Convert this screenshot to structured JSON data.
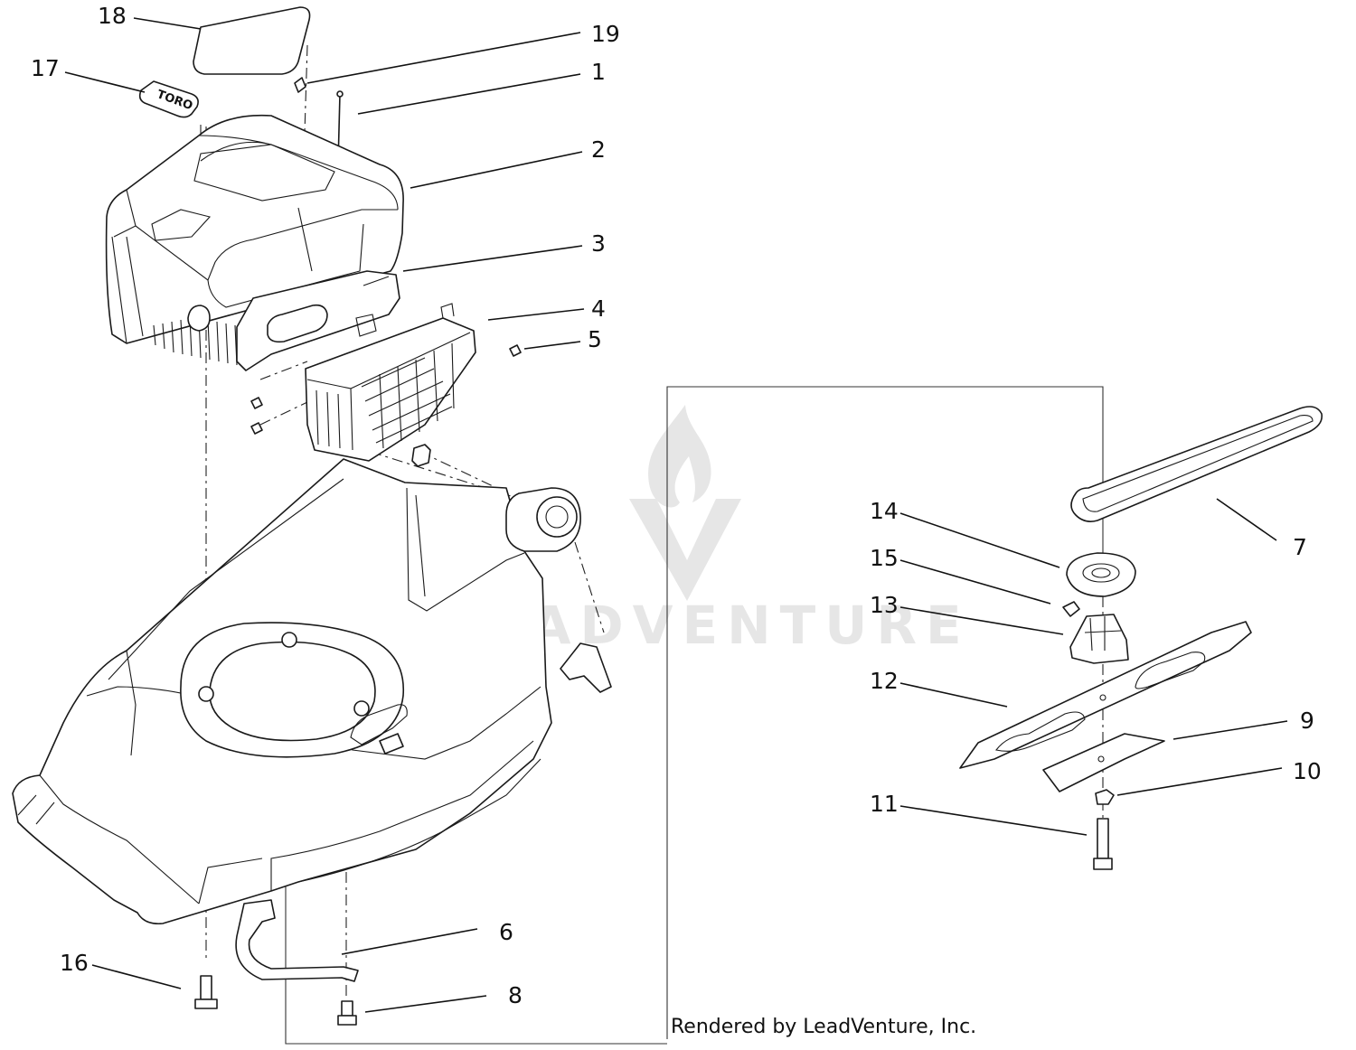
{
  "diagram": {
    "callouts": [
      {
        "id": "c18",
        "label": "18"
      },
      {
        "id": "c17",
        "label": "17"
      },
      {
        "id": "c19",
        "label": "19"
      },
      {
        "id": "c1",
        "label": "1"
      },
      {
        "id": "c2",
        "label": "2"
      },
      {
        "id": "c3",
        "label": "3"
      },
      {
        "id": "c4",
        "label": "4"
      },
      {
        "id": "c5",
        "label": "5"
      },
      {
        "id": "c7",
        "label": "7"
      },
      {
        "id": "c14",
        "label": "14"
      },
      {
        "id": "c15",
        "label": "15"
      },
      {
        "id": "c13",
        "label": "13"
      },
      {
        "id": "c12",
        "label": "12"
      },
      {
        "id": "c9",
        "label": "9"
      },
      {
        "id": "c10",
        "label": "10"
      },
      {
        "id": "c11",
        "label": "11"
      },
      {
        "id": "c6",
        "label": "6"
      },
      {
        "id": "c16",
        "label": "16"
      },
      {
        "id": "c8",
        "label": "8"
      }
    ],
    "decal_text": "TORO",
    "watermark_text": "LEADVENTURE"
  },
  "footer": {
    "credit": "Rendered by LeadVenture, Inc."
  }
}
